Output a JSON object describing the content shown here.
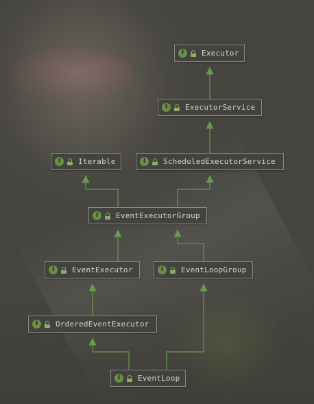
{
  "nodes": {
    "executor": {
      "label": "Executor",
      "kind_badge": "I",
      "kind_icon": "interface-icon",
      "visibility_icon": "lock-icon"
    },
    "executor_service": {
      "label": "ExecutorService",
      "kind_badge": "I",
      "kind_icon": "interface-icon",
      "visibility_icon": "lock-icon"
    },
    "iterable": {
      "label": "Iterable",
      "kind_badge": "I",
      "kind_icon": "interface-icon",
      "visibility_icon": "lock-icon"
    },
    "scheduled_executor_service": {
      "label": "ScheduledExecutorService",
      "kind_badge": "I",
      "kind_icon": "interface-icon",
      "visibility_icon": "lock-icon"
    },
    "event_executor_group": {
      "label": "EventExecutorGroup",
      "kind_badge": "I",
      "kind_icon": "interface-icon",
      "visibility_icon": "lock-icon"
    },
    "event_executor": {
      "label": "EventExecutor",
      "kind_badge": "I",
      "kind_icon": "interface-icon",
      "visibility_icon": "lock-icon"
    },
    "event_loop_group": {
      "label": "EventLoopGroup",
      "kind_badge": "I",
      "kind_icon": "interface-icon",
      "visibility_icon": "lock-icon"
    },
    "ordered_event_executor": {
      "label": "OrderedEventExecutor",
      "kind_badge": "I",
      "kind_icon": "interface-icon",
      "visibility_icon": "lock-icon"
    },
    "event_loop": {
      "label": "EventLoop",
      "kind_badge": "I",
      "kind_icon": "interface-icon",
      "visibility_icon": "lock-icon"
    }
  },
  "edges": [
    {
      "from": "executor_service",
      "to": "executor",
      "relation": "extends"
    },
    {
      "from": "scheduled_executor_service",
      "to": "executor_service",
      "relation": "extends"
    },
    {
      "from": "event_executor_group",
      "to": "iterable",
      "relation": "extends"
    },
    {
      "from": "event_executor_group",
      "to": "scheduled_executor_service",
      "relation": "extends"
    },
    {
      "from": "event_executor",
      "to": "event_executor_group",
      "relation": "extends"
    },
    {
      "from": "event_loop_group",
      "to": "event_executor_group",
      "relation": "extends"
    },
    {
      "from": "ordered_event_executor",
      "to": "event_executor",
      "relation": "extends"
    },
    {
      "from": "event_loop",
      "to": "ordered_event_executor",
      "relation": "extends"
    },
    {
      "from": "event_loop",
      "to": "event_loop_group",
      "relation": "extends"
    }
  ],
  "colors": {
    "edge": "#6a9a4c",
    "interface_badge": "#6b8f47",
    "node_border": "#8a8985",
    "node_text": "#d6d4cc"
  }
}
